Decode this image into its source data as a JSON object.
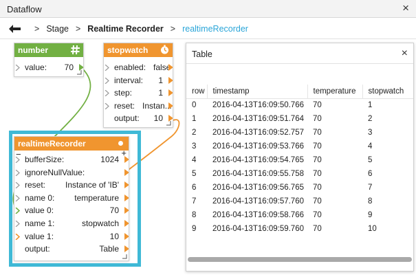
{
  "window": {
    "title": "Dataflow",
    "close_glyph": "×"
  },
  "breadcrumb": {
    "back_icon": "back-arrow-icon",
    "separator": ">",
    "items": [
      {
        "label": "Stage",
        "style": "normal"
      },
      {
        "label": "Realtime Recorder",
        "style": "bold"
      },
      {
        "label": "realtimeRecorder",
        "style": "link"
      }
    ]
  },
  "colors": {
    "green": "#72b043",
    "orange": "#f0952f",
    "selection": "#3fb9d6",
    "link": "#2aa5d8"
  },
  "nodes": {
    "number": {
      "title": "number",
      "icon": "hash-icon",
      "rows": [
        {
          "label": "value:",
          "value": "70"
        }
      ]
    },
    "stopwatch": {
      "title": "stopwatch",
      "icon": "stopwatch-icon",
      "rows": [
        {
          "label": "enabled:",
          "value": "false"
        },
        {
          "label": "interval:",
          "value": "1"
        },
        {
          "label": "step:",
          "value": "1"
        },
        {
          "label": "reset:",
          "value": "Instan..."
        },
        {
          "label": "output:",
          "value": "10"
        }
      ]
    },
    "recorder": {
      "title": "realtimeRecorder",
      "icon": "status-dot-icon",
      "rows": [
        {
          "label": "bufferSize:",
          "value": "1024"
        },
        {
          "label": "ignoreNullValue:",
          "value": ""
        },
        {
          "label": "reset:",
          "value": "Instance of 'IB'"
        },
        {
          "label": "name 0:",
          "value": "temperature"
        },
        {
          "label": "value 0:",
          "value": "70"
        },
        {
          "label": "name 1:",
          "value": "stopwatch"
        },
        {
          "label": "value 1:",
          "value": "10"
        },
        {
          "label": "output:",
          "value": "Table"
        }
      ]
    }
  },
  "table_panel": {
    "title": "Table",
    "close_glyph": "×",
    "columns": [
      "row",
      "timestamp",
      "temperature",
      "stopwatch"
    ],
    "rows": [
      [
        "0",
        "2016-04-13T16:09:50.766",
        "70",
        "1"
      ],
      [
        "1",
        "2016-04-13T16:09:51.764",
        "70",
        "2"
      ],
      [
        "2",
        "2016-04-13T16:09:52.757",
        "70",
        "3"
      ],
      [
        "3",
        "2016-04-13T16:09:53.766",
        "70",
        "4"
      ],
      [
        "4",
        "2016-04-13T16:09:54.765",
        "70",
        "5"
      ],
      [
        "5",
        "2016-04-13T16:09:55.758",
        "70",
        "6"
      ],
      [
        "6",
        "2016-04-13T16:09:56.765",
        "70",
        "7"
      ],
      [
        "7",
        "2016-04-13T16:09:57.760",
        "70",
        "8"
      ],
      [
        "8",
        "2016-04-13T16:09:58.766",
        "70",
        "9"
      ],
      [
        "9",
        "2016-04-13T16:09:59.760",
        "70",
        "10"
      ]
    ]
  }
}
